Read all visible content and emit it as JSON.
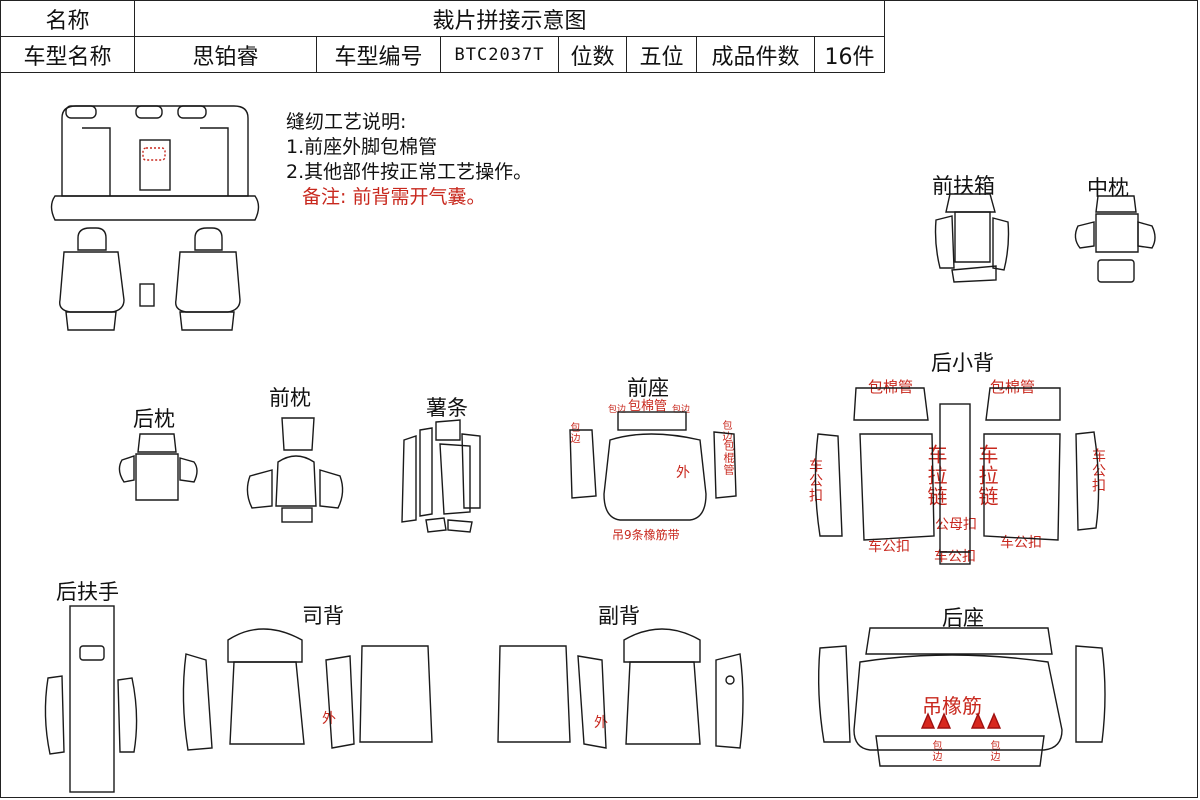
{
  "header": {
    "name_label": "名称",
    "title": "裁片拼接示意图",
    "model_label": "车型名称",
    "model_value": "思铂睿",
    "code_label": "车型编号",
    "code_value": "BTC2037T",
    "seats_label": "位数",
    "seats_value": "五位",
    "count_label": "成品件数",
    "count_value": "16件"
  },
  "notes": {
    "heading": "缝纫工艺说明:",
    "line1": "1.前座外脚包棉管",
    "line2": "2.其他部件按正常工艺操作。",
    "remark": "备注:  前背需开气囊。"
  },
  "labels": {
    "front_armrest_box": "前扶箱",
    "middle_pillow": "中枕",
    "rear_small_back": "后小背",
    "rear_pillow": "后枕",
    "front_pillow": "前枕",
    "strip": "薯条",
    "front_seat": "前座",
    "rear_armrest": "后扶手",
    "driver_back": "司背",
    "passenger_back": "副背",
    "rear_seat": "后座"
  },
  "annotations": {
    "bao_mian_guan": "包棉管",
    "bao_bian": "包边",
    "outer": "外",
    "hang_elastic_front": "吊9条橡筋带",
    "che_gong_kou": "车公扣",
    "che_la_lian": "车拉链",
    "gong_mu_kou": "公母扣",
    "hang_elastic_rear": "吊橡筋",
    "bao_gun_guan": "包棍管"
  },
  "colors": {
    "annotation_red": "#c8281e",
    "line": "#1a1a1a"
  }
}
